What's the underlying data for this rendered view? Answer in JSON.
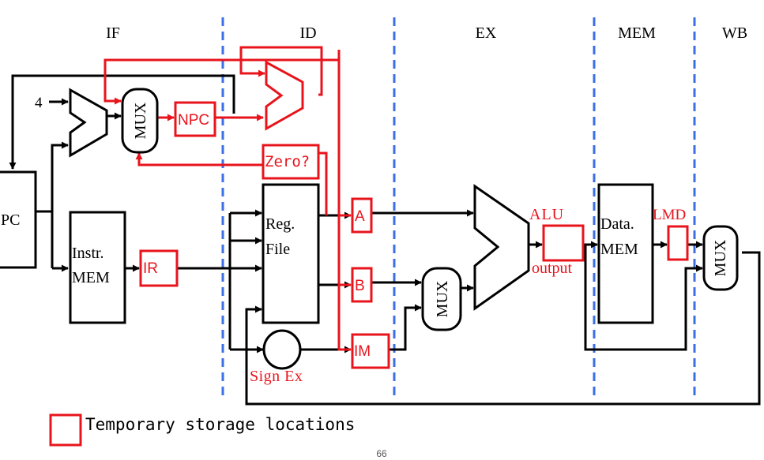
{
  "stages": [
    "IF",
    "ID",
    "EX",
    "MEM",
    "WB"
  ],
  "blocks": {
    "pc": "PC",
    "four": "4",
    "instr_mem_line1": "Instr.",
    "instr_mem_line2": "MEM",
    "reg_file_line1": "Reg.",
    "reg_file_line2": "File",
    "sign_ext": "Sign Ex",
    "data_mem_line1": "Data.",
    "data_mem_line2": "MEM",
    "mux": "MUX"
  },
  "temp_registers": {
    "npc": "NPC",
    "ir": "IR",
    "a": "A",
    "b": "B",
    "imm": "IM",
    "zero": "Zero?",
    "alu_output_line1": "ALU",
    "alu_output_line2": "output",
    "lmd": "LMD"
  },
  "legend": {
    "label": "Temporary storage locations"
  },
  "page_number": "66",
  "colors": {
    "temp_storage": "#e8141c",
    "stage_divider": "#3a6fe8",
    "wire": "#000000"
  }
}
